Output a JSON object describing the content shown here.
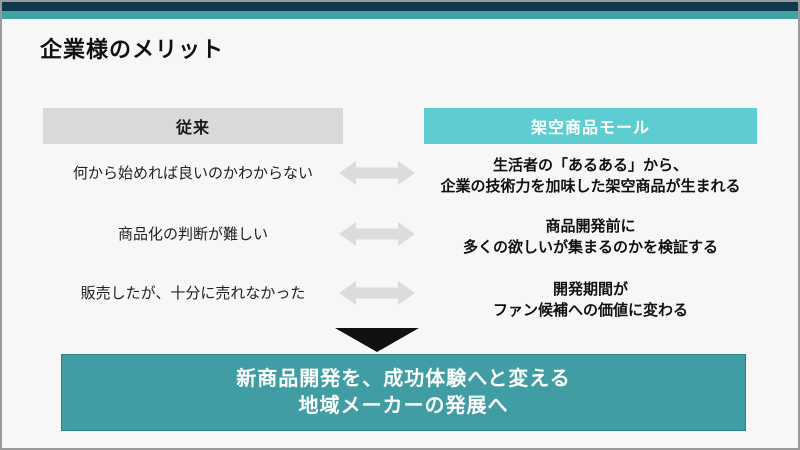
{
  "slide": {
    "title": "企業様のメリット",
    "columns": {
      "left": "従来",
      "right": "架空商品モール"
    },
    "rows": [
      {
        "left": "何から始めれば良いのかわからない",
        "right_line1": "生活者の「あるある」から、",
        "right_line2": "企業の技術力を加味した架空商品が生まれる"
      },
      {
        "left": "商品化の判断が難しい",
        "right_line1": "商品開発前に",
        "right_line2": "多くの欲しいが集まるのかを検証する"
      },
      {
        "left": "販売したが、十分に売れなかった",
        "right_line1": "開発期間が",
        "right_line2": "ファン候補への価値に変わる"
      }
    ],
    "conclusion": {
      "line1": "新商品開発を、成功体験へと変える",
      "line2": "地域メーカーの発展へ"
    },
    "icons": {
      "row_connector": "left-right-double-arrow",
      "conclusion_pointer": "down-triangle"
    },
    "colors": {
      "top_bar_dark": "#0f3b4d",
      "top_bar_teal": "#45a1a8",
      "header_left_bg": "#d9d9d9",
      "header_right_bg": "#5dcdd1",
      "banner_bg": "#3f9da3",
      "arrow_gray": "#dcdcdc",
      "triangle_black": "#111111",
      "background": "#f7f7f7"
    }
  }
}
